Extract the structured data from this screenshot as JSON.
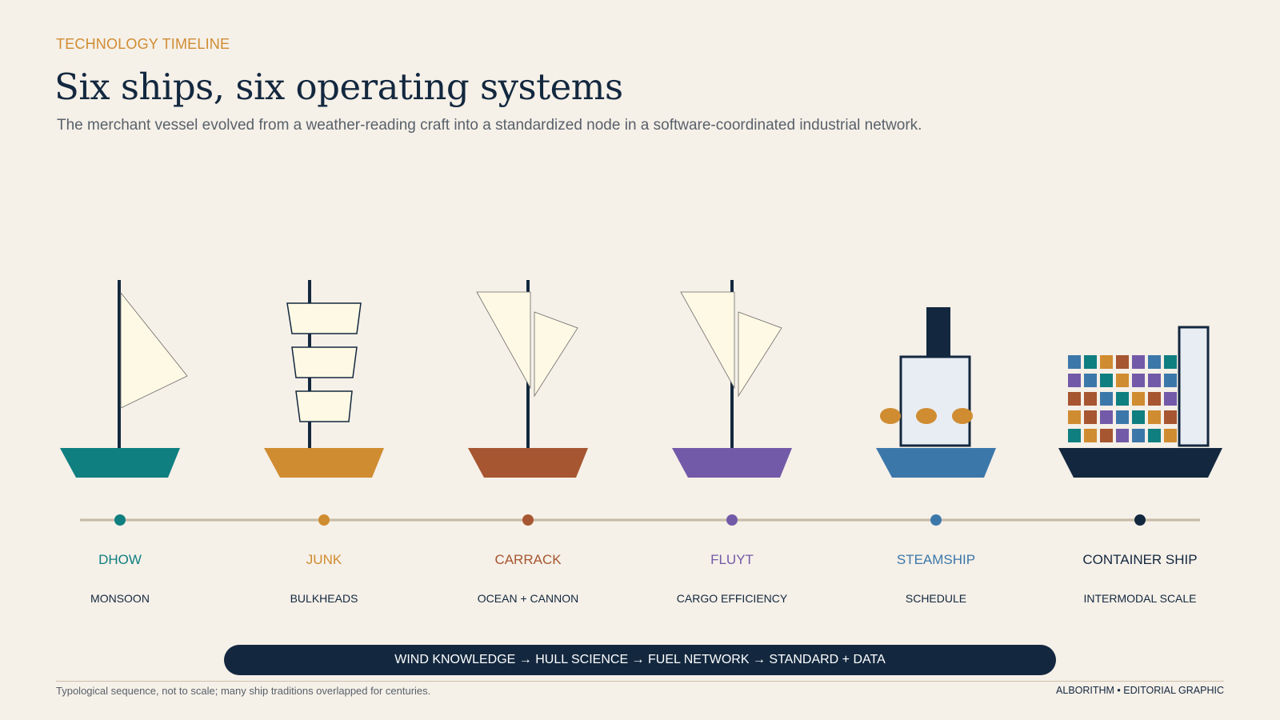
{
  "header": {
    "eyebrow": "TECHNOLOGY TIMELINE",
    "title": "Six ships, six operating systems",
    "subtitle": "The merchant vessel evolved from a weather-reading craft into a standardized node in a software-coordinated industrial network."
  },
  "colors": {
    "dhow": "#0f7f80",
    "junk": "#d08c31",
    "carrack": "#a65631",
    "fluyt": "#735aa8",
    "steamship": "#3c77aa",
    "container": "#13283f",
    "sail": "#fef9e4",
    "line": "#c8baa3",
    "background": "#f5f0e8"
  },
  "ships": [
    {
      "key": "dhow",
      "name": "DHOW",
      "theme": "MONSOON"
    },
    {
      "key": "junk",
      "name": "JUNK",
      "theme": "BULKHEADS"
    },
    {
      "key": "carrack",
      "name": "CARRACK",
      "theme": "OCEAN + CANNON"
    },
    {
      "key": "fluyt",
      "name": "FLUYT",
      "theme": "CARGO EFFICIENCY"
    },
    {
      "key": "steamship",
      "name": "STEAMSHIP",
      "theme": "SCHEDULE"
    },
    {
      "key": "container",
      "name": "CONTAINER SHIP",
      "theme": "INTERMODAL SCALE"
    }
  ],
  "banner": "WIND KNOWLEDGE → HULL SCIENCE → FUEL NETWORK → STANDARD + DATA",
  "footer": {
    "note": "Typological sequence, not to scale; many ship traditions overlapped for centuries.",
    "credit": "ALBORITHM • EDITORIAL GRAPHIC"
  }
}
